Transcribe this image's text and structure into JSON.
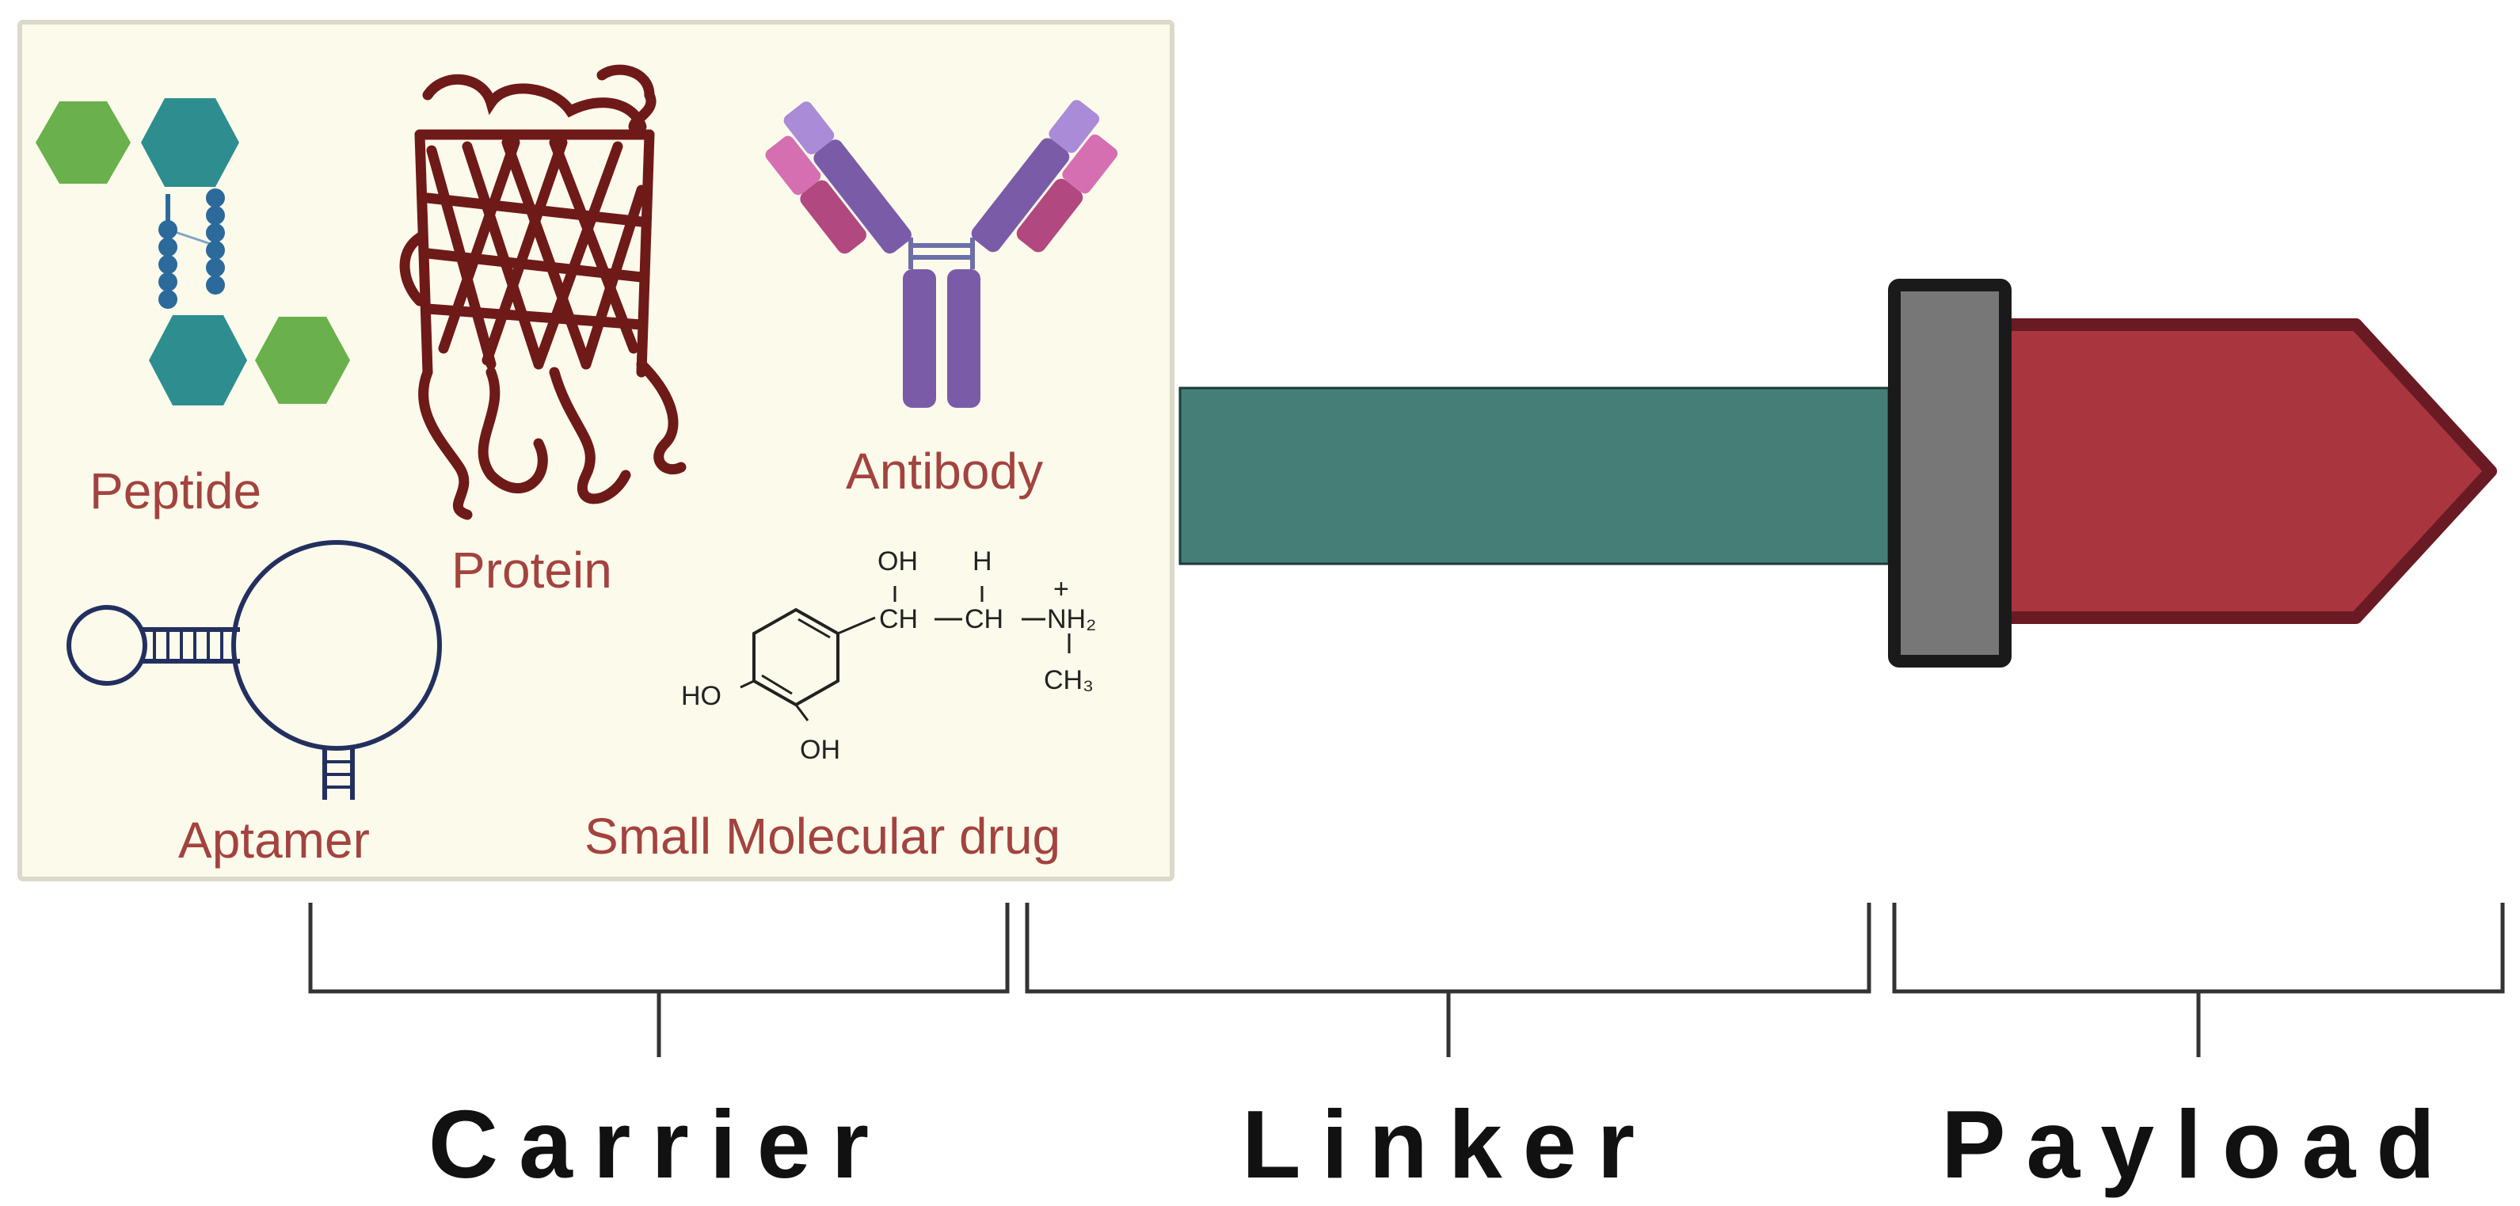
{
  "carrier_box": {
    "items": [
      {
        "key": "peptide",
        "label": "Peptide"
      },
      {
        "key": "protein",
        "label": "Protein"
      },
      {
        "key": "antibody",
        "label": "Antibody"
      },
      {
        "key": "aptamer",
        "label": "Aptamer"
      },
      {
        "key": "small_molecule",
        "label": "Small Molecular drug"
      }
    ],
    "chem_structure": {
      "oh_top": "OH",
      "h_top": "H",
      "plus": "+",
      "ch1": "CH",
      "ch2": "CH",
      "nh2": "NH₂",
      "ch3": "CH₃",
      "ho": "HO",
      "oh_bottom": "OH"
    }
  },
  "components": [
    {
      "key": "carrier",
      "label": "Carrier"
    },
    {
      "key": "linker",
      "label": "Linker"
    },
    {
      "key": "payload",
      "label": "Payload"
    }
  ],
  "colors": {
    "box_bg": "#fcfbeb",
    "label_red": "#a3433f",
    "linker": "#447e77",
    "payload": "#a9363f",
    "payload_outline": "#6a1a22",
    "connector": "#777777",
    "peptide_teal": "#2e8d8f",
    "peptide_green": "#6ab04c",
    "protein": "#6e1a18",
    "aptamer": "#23305f"
  }
}
